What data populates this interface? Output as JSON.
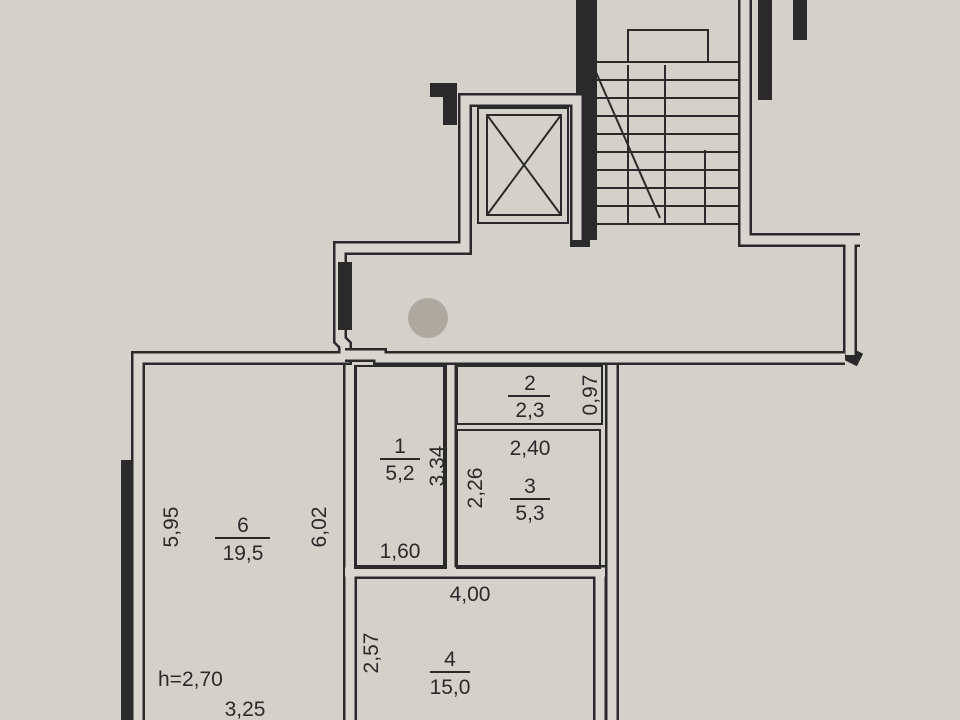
{
  "rooms": [
    {
      "number": "1",
      "area": "5,2"
    },
    {
      "number": "2",
      "area": "2,3"
    },
    {
      "number": "3",
      "area": "5,3"
    },
    {
      "number": "4",
      "area": "15,0"
    },
    {
      "number": "6",
      "area": "19,5"
    }
  ],
  "dimensions": {
    "room2_width": "0,97",
    "room1_length": "3,34",
    "room1_width": "1,60",
    "room3_width": "2,40",
    "room3_length": "2,26",
    "room6_left": "5,95",
    "room6_right": "6,02",
    "room6_bottom": "3,25",
    "room4_width": "4,00",
    "room4_length": "2,57",
    "ceiling_height": "h=2,70"
  },
  "colors": {
    "paper": "#d4d1ca",
    "line": "#2a2a2a"
  }
}
